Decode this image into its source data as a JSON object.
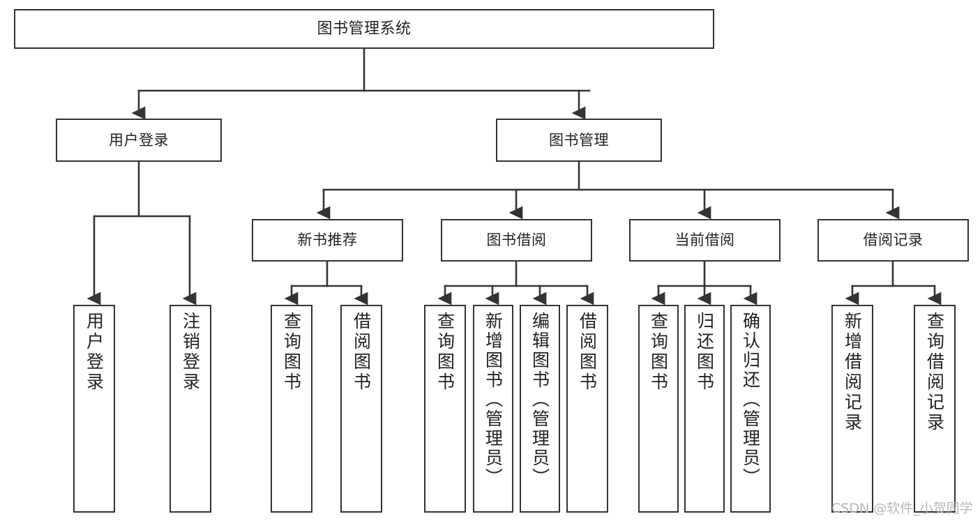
{
  "diagram": {
    "title": "图书管理系统",
    "type": "tree",
    "orientation": "top-down",
    "line_color": "#333333",
    "box_border_color": "#333333",
    "box_fill_color": "#ffffff",
    "background_color": "#ffffff",
    "watermark": "CSDN @软件_小贺同学"
  },
  "nodes": {
    "root": {
      "label": "图书管理系统",
      "level": 1
    },
    "l2": [
      {
        "id": "user-login",
        "label": "用户登录",
        "level": 2
      },
      {
        "id": "book-manage",
        "label": "图书管理",
        "level": 2
      }
    ],
    "l3": [
      {
        "id": "new-book-rec",
        "label": "新书推荐",
        "level": 3,
        "parent": "book-manage"
      },
      {
        "id": "book-borrow",
        "label": "图书借阅",
        "level": 3,
        "parent": "book-manage"
      },
      {
        "id": "current-borrow",
        "label": "当前借阅",
        "level": 3,
        "parent": "book-manage"
      },
      {
        "id": "borrow-record",
        "label": "借阅记录",
        "level": 3,
        "parent": "book-manage"
      }
    ],
    "leaves": [
      {
        "id": "leaf-user-login",
        "label": "用户登录",
        "parent": "user-login"
      },
      {
        "id": "leaf-logout",
        "label": "注销登录",
        "parent": "user-login"
      },
      {
        "id": "leaf-query-book-1",
        "label": "查询图书",
        "parent": "new-book-rec"
      },
      {
        "id": "leaf-borrow-book-1",
        "label": "借阅图书",
        "parent": "new-book-rec"
      },
      {
        "id": "leaf-query-book-2",
        "label": "查询图书",
        "parent": "book-borrow"
      },
      {
        "id": "leaf-add-book",
        "label": "新增图书（管理员）",
        "parent": "book-borrow"
      },
      {
        "id": "leaf-edit-book",
        "label": "编辑图书（管理员）",
        "parent": "book-borrow"
      },
      {
        "id": "leaf-borrow-book-2",
        "label": "借阅图书",
        "parent": "book-borrow"
      },
      {
        "id": "leaf-query-book-3",
        "label": "查询图书",
        "parent": "current-borrow"
      },
      {
        "id": "leaf-return-book",
        "label": "归还图书",
        "parent": "current-borrow"
      },
      {
        "id": "leaf-confirm-return",
        "label": "确认归还（管理员）",
        "parent": "current-borrow"
      },
      {
        "id": "leaf-add-record",
        "label": "新增借阅记录",
        "parent": "borrow-record"
      },
      {
        "id": "leaf-query-record",
        "label": "查询借阅记录",
        "parent": "borrow-record"
      }
    ]
  }
}
